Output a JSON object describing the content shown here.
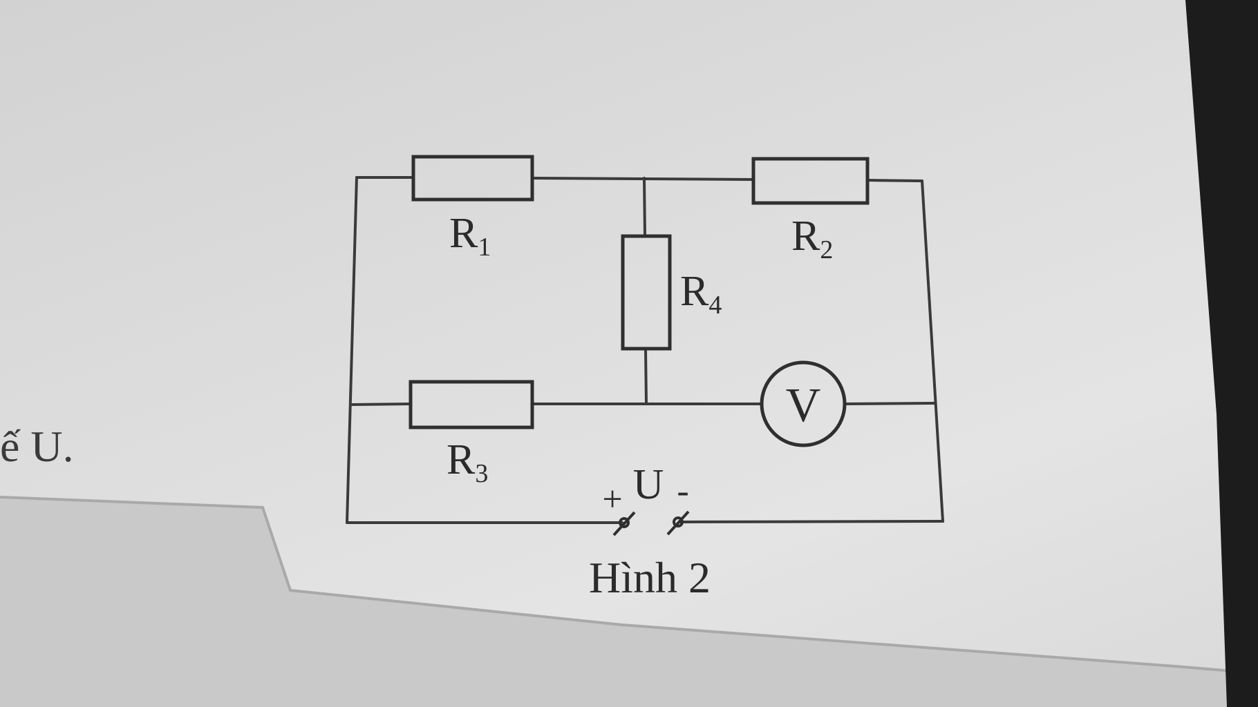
{
  "figure": {
    "caption": "Hình 2",
    "side_text": "ế U."
  },
  "components": {
    "r1": {
      "main": "R",
      "sub": "1"
    },
    "r2": {
      "main": "R",
      "sub": "2"
    },
    "r3": {
      "main": "R",
      "sub": "3"
    },
    "r4": {
      "main": "R",
      "sub": "4"
    },
    "voltmeter": {
      "symbol": "V"
    },
    "source": {
      "label": "U",
      "plus": "+",
      "minus": "-"
    }
  },
  "colors": {
    "paper": "#e2e2e2",
    "ink": "#2f2f2f",
    "background_dark": "#1a1a1a"
  }
}
